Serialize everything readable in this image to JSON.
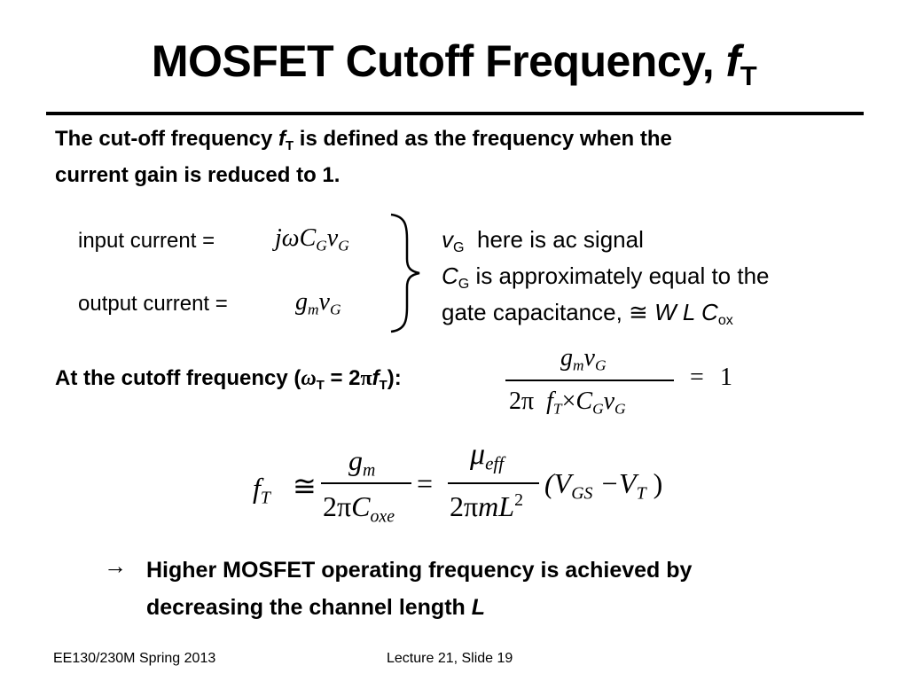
{
  "title": {
    "main": "MOSFET Cutoff Frequency, ",
    "var": "f",
    "sub": "T"
  },
  "intro": {
    "p1": "The cut-off frequency ",
    "var": "f",
    "sub": "T",
    "p2": " is defined as the frequency when the",
    "line2": "current gain is reduced to 1."
  },
  "currents": {
    "input_label": "input current =",
    "input_j": "j",
    "input_omega": "ω",
    "input_C": "C",
    "input_C_sub": "G",
    "input_v": "v",
    "input_v_sub": "G",
    "output_label": "output current =",
    "output_g": "g",
    "output_g_sub": "m",
    "output_v": "v",
    "output_v_sub": "G"
  },
  "notes": {
    "n1_var": "v",
    "n1_sub": "G",
    "n1_text": "  here is ac signal",
    "n2_var": "C",
    "n2_sub": "G",
    "n2_text": " is approximately equal to the",
    "n3_text": "gate capacitance, ",
    "n3_approx": "≅",
    "n3_W": " W L C",
    "n3_sub": "ox"
  },
  "cutoff": {
    "label_p1": "At the cutoff frequency (",
    "label_omega": "ω",
    "label_sub1": "T",
    "label_eq": " = 2",
    "label_pi": "π",
    "label_f": "f",
    "label_sub2": "T",
    "label_end": "):",
    "num_g": "g",
    "num_g_sub": "m",
    "num_v": "v",
    "num_v_sub": "G",
    "den_2pi": "2π",
    "den_f": "f",
    "den_f_sub": "T",
    "den_times": "×",
    "den_C": "C",
    "den_C_sub": "G",
    "den_v": "v",
    "den_v_sub": "G",
    "eq": "=",
    "rhs": "1"
  },
  "ft_formula": {
    "f": "f",
    "f_sub": "T",
    "approx": "≅",
    "n1_g": "g",
    "n1_g_sub": "m",
    "d1_2pi": "2π",
    "d1_C": "C",
    "d1_C_sub": "oxe",
    "eq": "=",
    "n2_mu": "μ",
    "n2_mu_sub": "eff",
    "d2_2pi": "2π",
    "d2_mL": "mL",
    "d2_sup": "2",
    "paren_open": "(V",
    "vgs_sub": "GS",
    "minus": " −V",
    "vt_sub": "T",
    "paren_close": " )"
  },
  "conclusion": {
    "arrow": "→",
    "line1": "Higher MOSFET operating frequency is achieved by",
    "line2": "decreasing the channel length ",
    "L": "L"
  },
  "footer": {
    "left": "EE130/230M Spring 2013",
    "center": "Lecture 21, Slide 19"
  }
}
